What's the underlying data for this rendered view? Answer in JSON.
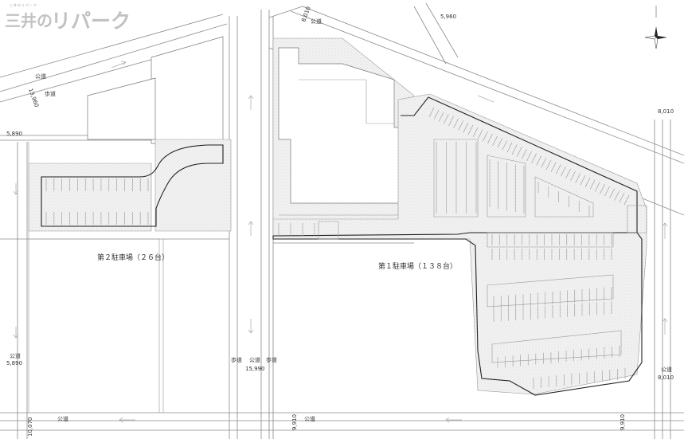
{
  "logo": {
    "subtitle": "三井のリパーク",
    "prefix": "三井の",
    "brand": "リパーク",
    "accent_color": "#c5c5c5"
  },
  "labels": {
    "lot2": "第２駐車場（２６台）",
    "lot1": "第１駐車場（１３８台）"
  },
  "roads": {
    "public": "公道",
    "sidewalk": "歩道",
    "w_5890": "5,890",
    "w_13960": "13,960",
    "w_15990": "15,990",
    "w_8010": "8,010",
    "w_5960": "5,960",
    "w_9910": "9,910",
    "w_10070": "10,070"
  },
  "icons": {
    "compass": "north-arrow-icon"
  }
}
